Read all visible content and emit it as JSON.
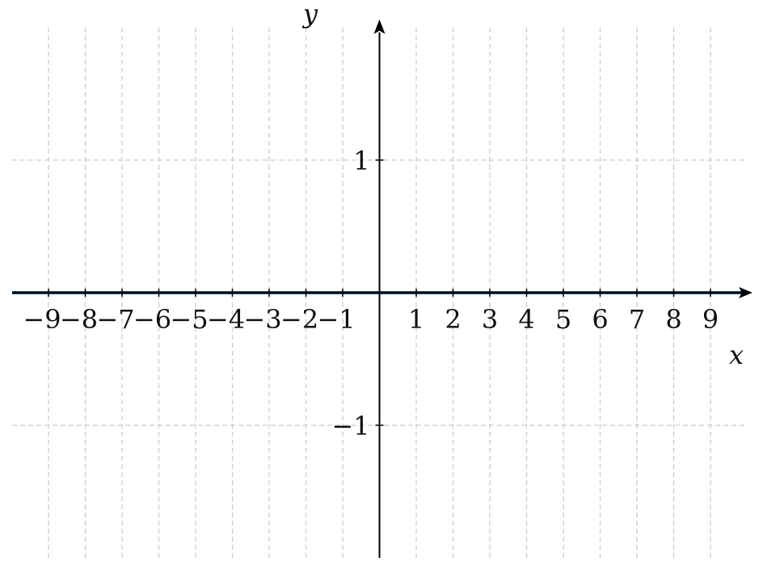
{
  "chart_data": {
    "type": "line",
    "title": "",
    "xlabel": "x",
    "ylabel": "y",
    "xlim": [
      -10,
      10
    ],
    "ylim": [
      -2,
      2
    ],
    "x_ticks": [
      -9,
      -8,
      -7,
      -6,
      -5,
      -4,
      -3,
      -2,
      -1,
      1,
      2,
      3,
      4,
      5,
      6,
      7,
      8,
      9
    ],
    "x_tick_labels": [
      "−9",
      "−8",
      "−7",
      "−6",
      "−5",
      "−4",
      "−3",
      "−2",
      "−1",
      "1",
      "2",
      "3",
      "4",
      "5",
      "6",
      "7",
      "8",
      "9"
    ],
    "y_ticks": [
      -1,
      1
    ],
    "y_tick_labels": [
      "−1",
      "1"
    ],
    "grid": true,
    "grid_style": "dashed",
    "series": [
      {
        "x": [
          -10,
          10
        ],
        "y": [
          0,
          0
        ],
        "color": "#1f4e79"
      }
    ]
  },
  "colors": {
    "grid": "#cccccc",
    "axis": "#000000",
    "series": "#1f4e79"
  }
}
